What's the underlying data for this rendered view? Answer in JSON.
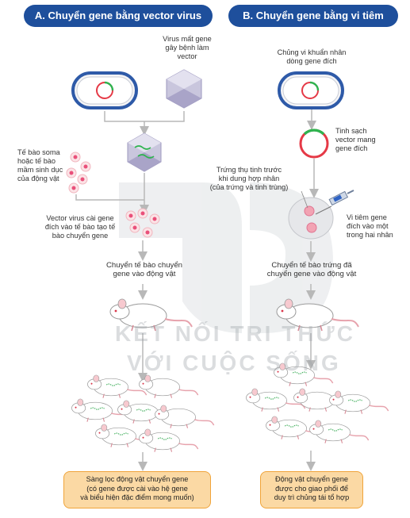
{
  "headers": {
    "left": "A. Chuyển gene bằng vector virus",
    "right": "B. Chuyển gene bằng vi tiêm"
  },
  "left": {
    "virus_label": [
      "Virus mất gene",
      "gây bệnh làm",
      "vector"
    ],
    "soma_label": [
      "Tế bào soma",
      "hoặc tế bào",
      "mầm sinh dục",
      "của động vật"
    ],
    "vector_label": [
      "Vector virus cài gene",
      "đích vào tế bào tạo tế",
      "bào chuyển gene"
    ],
    "transfer_label": [
      "Chuyển tế bào chuyển",
      "gene vào động vật"
    ],
    "result_box": [
      "Sàng lọc động vật chuyển gene",
      "(có gene được cài vào hệ gene",
      "và biểu hiện đặc điểm mong muốn)"
    ]
  },
  "right": {
    "bacteria_label": [
      "Chủng vi khuẩn nhân",
      "dòng gene đích"
    ],
    "plasmid_label": [
      "Tinh sạch",
      "vector mang",
      "gene đích"
    ],
    "egg_label": [
      "Trứng thụ tinh trước",
      "khi dung hợp nhân",
      "(của trứng và tinh trùng)"
    ],
    "inject_label": [
      "Vi tiêm gene",
      "đích vào một",
      "trong hai nhân"
    ],
    "transfer_label": [
      "Chuyển tế bào trứng đã",
      "chuyển gene vào động vật"
    ],
    "result_box": [
      "Động vật chuyển gene",
      "được cho giao phối để",
      "duy trì chủng tái tổ hợp"
    ]
  },
  "watermark": [
    "KẾT NỐI TRI THỨC",
    "VỚI CUỘC SỐNG"
  ]
}
